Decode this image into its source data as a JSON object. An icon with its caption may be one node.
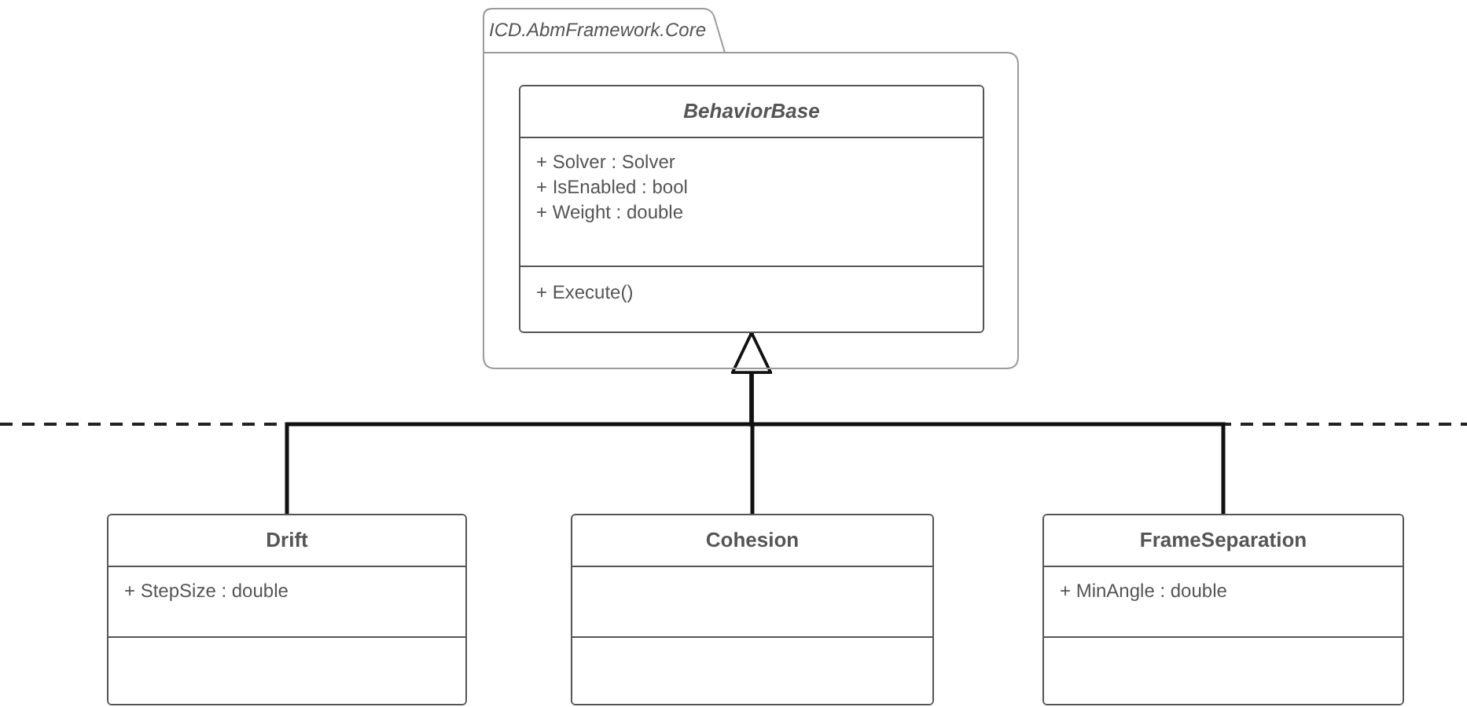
{
  "diagram": {
    "nodes": [
      {
        "text": [
          "ICD.AbmFramework.Core"
        ]
      },
      {
        "text": [
          "BehaviorBase",
          "+ Solver : Solver",
          "+ IsEnabled : bool",
          "+ Weight : double",
          "+ Execute()"
        ],
        "in": 0
      },
      {
        "text": [
          "Drift",
          "+ StepSize : double"
        ]
      },
      {
        "text": [
          "Cohesion"
        ]
      },
      {
        "text": [
          "FrameSeparation",
          "+ MinAngle : double"
        ]
      }
    ],
    "edges": [
      {
        "from": 2,
        "to": 1,
        "arrow": "to"
      },
      {
        "from": 3,
        "to": 1,
        "arrow": "to"
      },
      {
        "from": 4,
        "to": 1,
        "arrow": "to"
      }
    ]
  }
}
